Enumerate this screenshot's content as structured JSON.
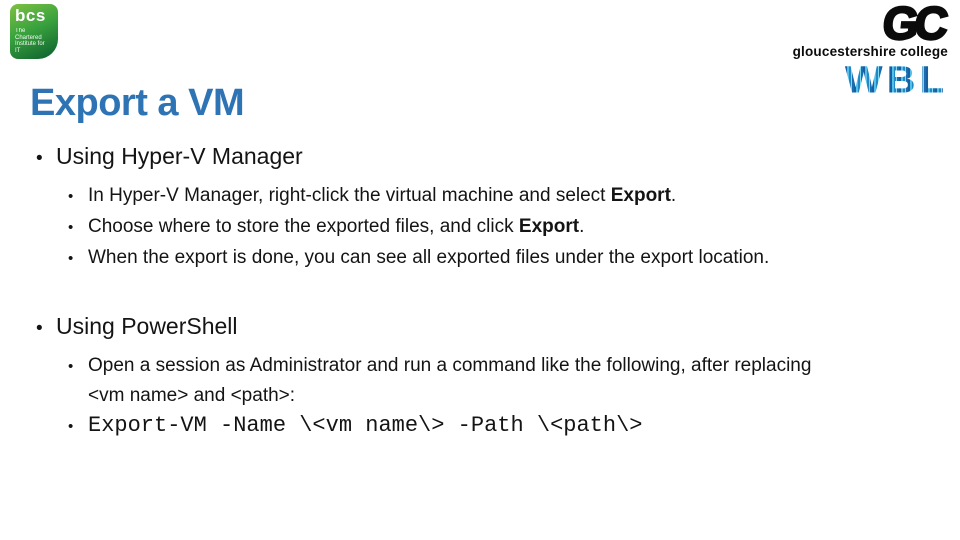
{
  "title": {
    "text": "Export a VM"
  },
  "header": {
    "bcs_logo": {
      "abbr": "bcs",
      "tagline": "The Chartered Institute for IT"
    },
    "gc_logo": {
      "monogram": "GC",
      "college_name": "gloucestershire college",
      "wbl_text": "WBL"
    }
  },
  "colors": {
    "title_blue": "#2E74B5",
    "body_text": "#141414",
    "bcs_green_light": "#7FC142",
    "bcs_green_dark": "#0B5E2D",
    "gc_black": "#0B0B0B",
    "wbl_blue_dark": "#175F9E",
    "wbl_blue_light": "#53C0EA"
  },
  "content": {
    "sections": [
      {
        "heading": "Using Hyper-V Manager",
        "bullets": [
          {
            "mono": false,
            "runs": [
              {
                "t": "In Hyper-V Manager, right-click the virtual machine and select "
              },
              {
                "t": "Export",
                "b": true
              },
              {
                "t": "."
              }
            ]
          },
          {
            "mono": false,
            "runs": [
              {
                "t": "Choose where to store the exported files, and click "
              },
              {
                "t": "Export",
                "b": true
              },
              {
                "t": "."
              }
            ]
          },
          {
            "mono": false,
            "runs": [
              {
                "t": "When the export is done, you can see all exported files under the export location."
              }
            ]
          }
        ]
      },
      {
        "heading": "Using PowerShell",
        "bullets": [
          {
            "mono": false,
            "runs": [
              {
                "t": "Open a session as Administrator and run a command like the following, after replacing"
              },
              {
                "br": true
              },
              {
                "t": "<vm name> and <path>:"
              }
            ]
          },
          {
            "mono": true,
            "runs": [
              {
                "t": "Export-VM -Name \\<vm name\\> -Path \\<path\\>"
              }
            ]
          }
        ]
      }
    ]
  }
}
